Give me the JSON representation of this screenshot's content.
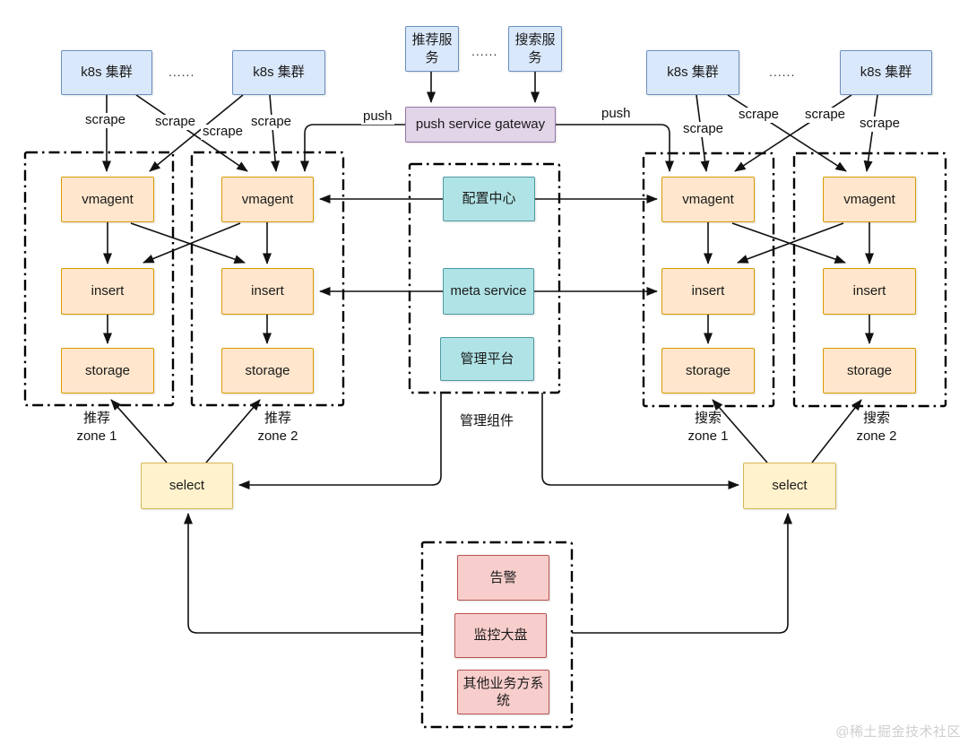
{
  "diagram": {
    "k8s_cluster": "k8s 集群",
    "dots": "......",
    "recommend_service": "推荐服务",
    "search_service": "搜索服务",
    "push_gateway": "push service gateway",
    "push": "push",
    "scrape": "scrape",
    "vmagent": "vmagent",
    "insert": "insert",
    "storage": "storage",
    "select": "select",
    "config_center": "配置中心",
    "meta_service": "meta service",
    "management_platform": "管理平台",
    "management_components": "管理组件",
    "alerting": "告警",
    "monitoring_dashboard": "监控大盘",
    "other_business_systems": "其他业务方系统",
    "zones": [
      {
        "name": "推荐",
        "zone": "zone 1"
      },
      {
        "name": "推荐",
        "zone": "zone 2"
      },
      {
        "name": "搜索",
        "zone": "zone 1"
      },
      {
        "name": "搜索",
        "zone": "zone 2"
      }
    ],
    "watermark": "@稀土掘金技术社区",
    "colors": {
      "k8s_box_fill": "#dae8fc",
      "k8s_box_stroke": "#6c8ebf",
      "pipeline_box_fill": "#ffe6cc",
      "pipeline_box_stroke": "#d79b00",
      "gateway_box_fill": "#e1d5e7",
      "gateway_box_stroke": "#9673a6",
      "management_box_fill": "#b0e3e6",
      "management_box_stroke": "#4d9aa1",
      "select_box_fill": "#fff2cc",
      "select_box_stroke": "#d6b656",
      "consumer_box_fill": "#f8cecc",
      "consumer_box_stroke": "#b85450",
      "line": "#111111"
    }
  }
}
